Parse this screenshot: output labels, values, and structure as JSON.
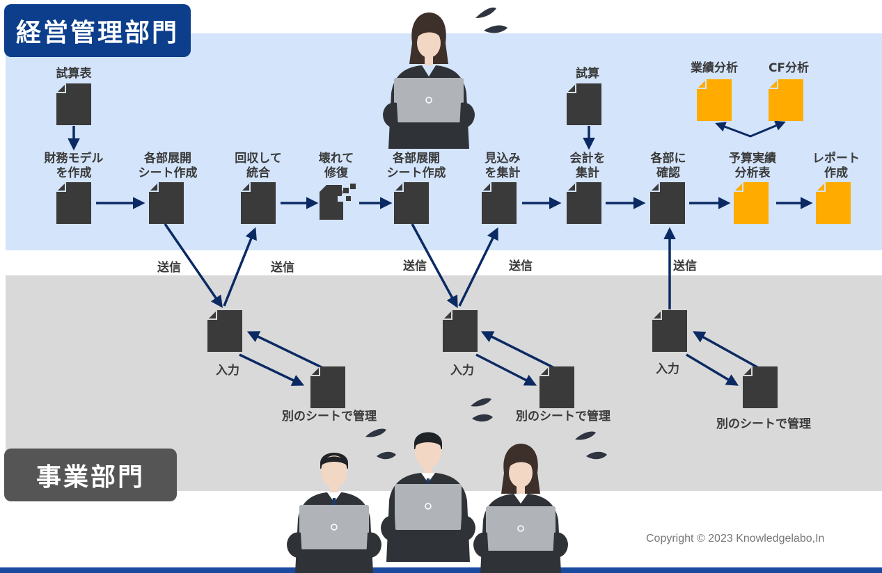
{
  "departments": {
    "management": "経営管理部門",
    "business": "事業部門"
  },
  "colors": {
    "management_band": "#d3e4fb",
    "business_band": "#d9d9d9",
    "management_label_bg": "#0c3e8c",
    "business_label_bg": "#555555",
    "doc_dark": "#3a3a3a",
    "doc_orange": "#ffab00",
    "arrow": "#0b2a63"
  },
  "management_flow": {
    "trial_balance": "試算表",
    "create_financial_model": "財務モデル\nを作成",
    "create_dept_sheets_1": "各部展開\nシート作成",
    "collect_and_merge": "回収して\n統合",
    "broken_and_repair": "壊れて\n修復",
    "create_dept_sheets_2": "各部展開\nシート作成",
    "aggregate_forecast": "見込み\nを集計",
    "trial_calc": "試算",
    "aggregate_accounting": "会計を\n集計",
    "confirm_with_depts": "各部に\n確認",
    "budget_actual_analysis": "予算実績\n分析表",
    "create_report": "レポート\n作成",
    "performance_analysis": "業績分析",
    "cf_analysis": "CF分析"
  },
  "transfers": {
    "send_1": "送信",
    "send_2": "送信",
    "send_3": "送信",
    "send_4": "送信",
    "send_5": "送信"
  },
  "business_flow": {
    "input_1": "入力",
    "separate_sheet_1": "別のシートで管理",
    "input_2": "入力",
    "separate_sheet_2": "別のシートで管理",
    "input_3": "入力",
    "separate_sheet_3": "別のシートで管理"
  },
  "copyright": "Copyright © 2023 Knowledgelabo,In"
}
